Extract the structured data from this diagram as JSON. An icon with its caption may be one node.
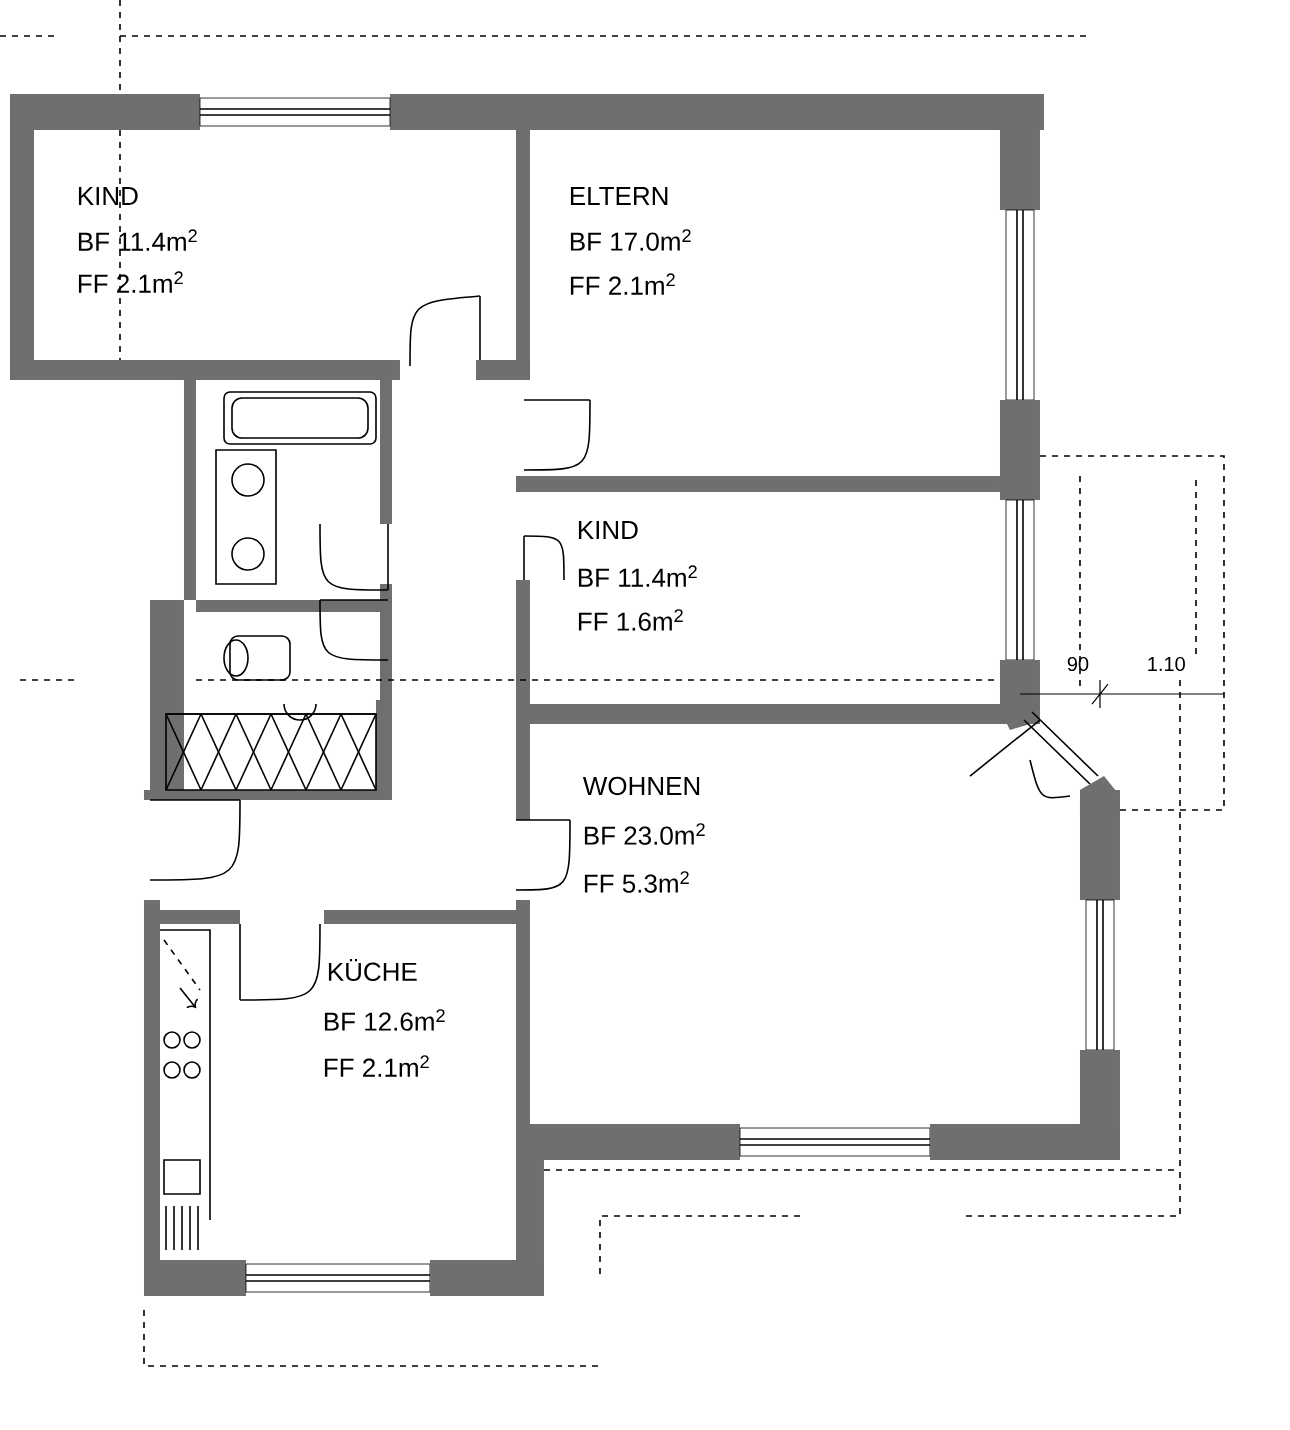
{
  "diagram": {
    "labels": [
      "KIND",
      "BF 11.4m$^{2}$",
      "FF 2.1m$^{2}$",
      "ELTERN",
      "BF 17.0m$^{2}$",
      "FF 2.1m$^{2}$",
      "KIND",
      "BF 11.4m$^{2}$",
      "FF 1.6m$^{2}$",
      "90",
      "1.10",
      "WOHNEN",
      "BF 23.0m$^{2}$",
      "FF 5.3m$^{2}$",
      "KÜCHE",
      "BF 12.6m$^{2}$",
      "FF 2.1m$^{2}$"
    ]
  }
}
